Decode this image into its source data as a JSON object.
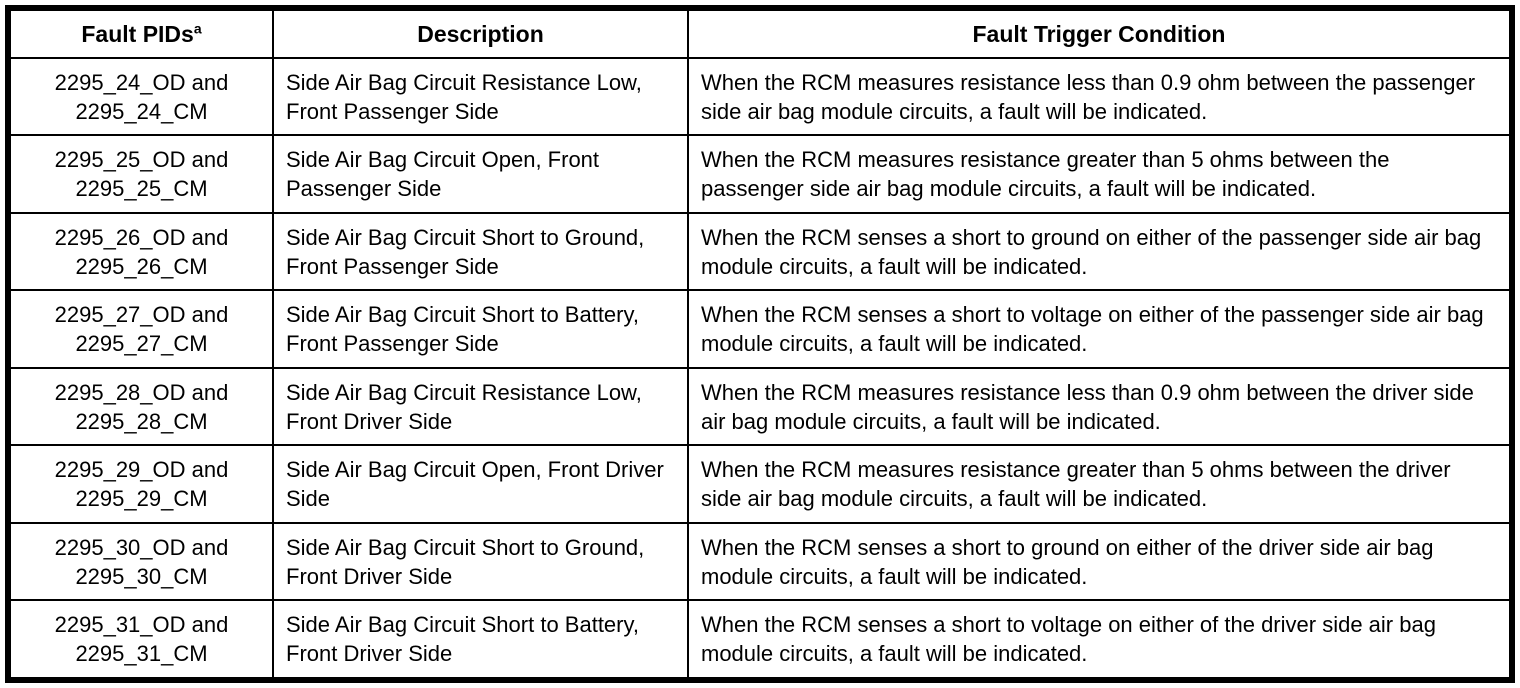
{
  "table": {
    "columns": [
      {
        "text": "Fault PIDs",
        "superscript": "a"
      },
      {
        "text": "Description"
      },
      {
        "text": "Fault Trigger Condition"
      }
    ],
    "rows": [
      {
        "pid_line1": "2295_24_OD and",
        "pid_line2": "2295_24_CM",
        "description": "Side Air Bag Circuit Resistance Low, Front Passenger Side",
        "condition": "When the RCM measures resistance less than 0.9 ohm between the passenger side air bag module circuits, a fault will be indicated."
      },
      {
        "pid_line1": "2295_25_OD and",
        "pid_line2": "2295_25_CM",
        "description": "Side Air Bag Circuit Open, Front Passenger Side",
        "condition": "When the RCM measures resistance greater than 5 ohms between the passenger side air bag module circuits, a fault will be indicated."
      },
      {
        "pid_line1": "2295_26_OD and",
        "pid_line2": "2295_26_CM",
        "description": "Side Air Bag Circuit Short to Ground, Front Passenger Side",
        "condition": "When the RCM senses a short to ground on either of the passenger side air bag module circuits, a fault will be indicated."
      },
      {
        "pid_line1": "2295_27_OD and",
        "pid_line2": "2295_27_CM",
        "description": "Side Air Bag Circuit Short to Battery, Front Passenger Side",
        "condition": "When the RCM senses a short to voltage on either of the passenger side air bag module circuits, a fault will be indicated."
      },
      {
        "pid_line1": "2295_28_OD and",
        "pid_line2": "2295_28_CM",
        "description": "Side Air Bag Circuit Resistance Low, Front Driver Side",
        "condition": "When the RCM measures resistance less than 0.9 ohm between the driver side air bag module circuits, a fault will be indicated."
      },
      {
        "pid_line1": "2295_29_OD and",
        "pid_line2": "2295_29_CM",
        "description": "Side Air Bag Circuit Open, Front Driver Side",
        "condition": "When the RCM measures resistance greater than 5 ohms between the driver side air bag module circuits, a fault will be indicated."
      },
      {
        "pid_line1": "2295_30_OD and",
        "pid_line2": "2295_30_CM",
        "description": "Side Air Bag Circuit Short to Ground, Front Driver Side",
        "condition": "When the RCM senses a short to ground on either of the driver side air bag module circuits, a fault will be indicated."
      },
      {
        "pid_line1": "2295_31_OD and",
        "pid_line2": "2295_31_CM",
        "description": "Side Air Bag Circuit Short to Battery, Front Driver Side",
        "condition": "When the RCM senses a short to voltage on either of the driver side air bag module circuits, a fault will be indicated."
      }
    ],
    "text_color": "#000000",
    "border_color": "#000000",
    "background_color": "#ffffff"
  }
}
